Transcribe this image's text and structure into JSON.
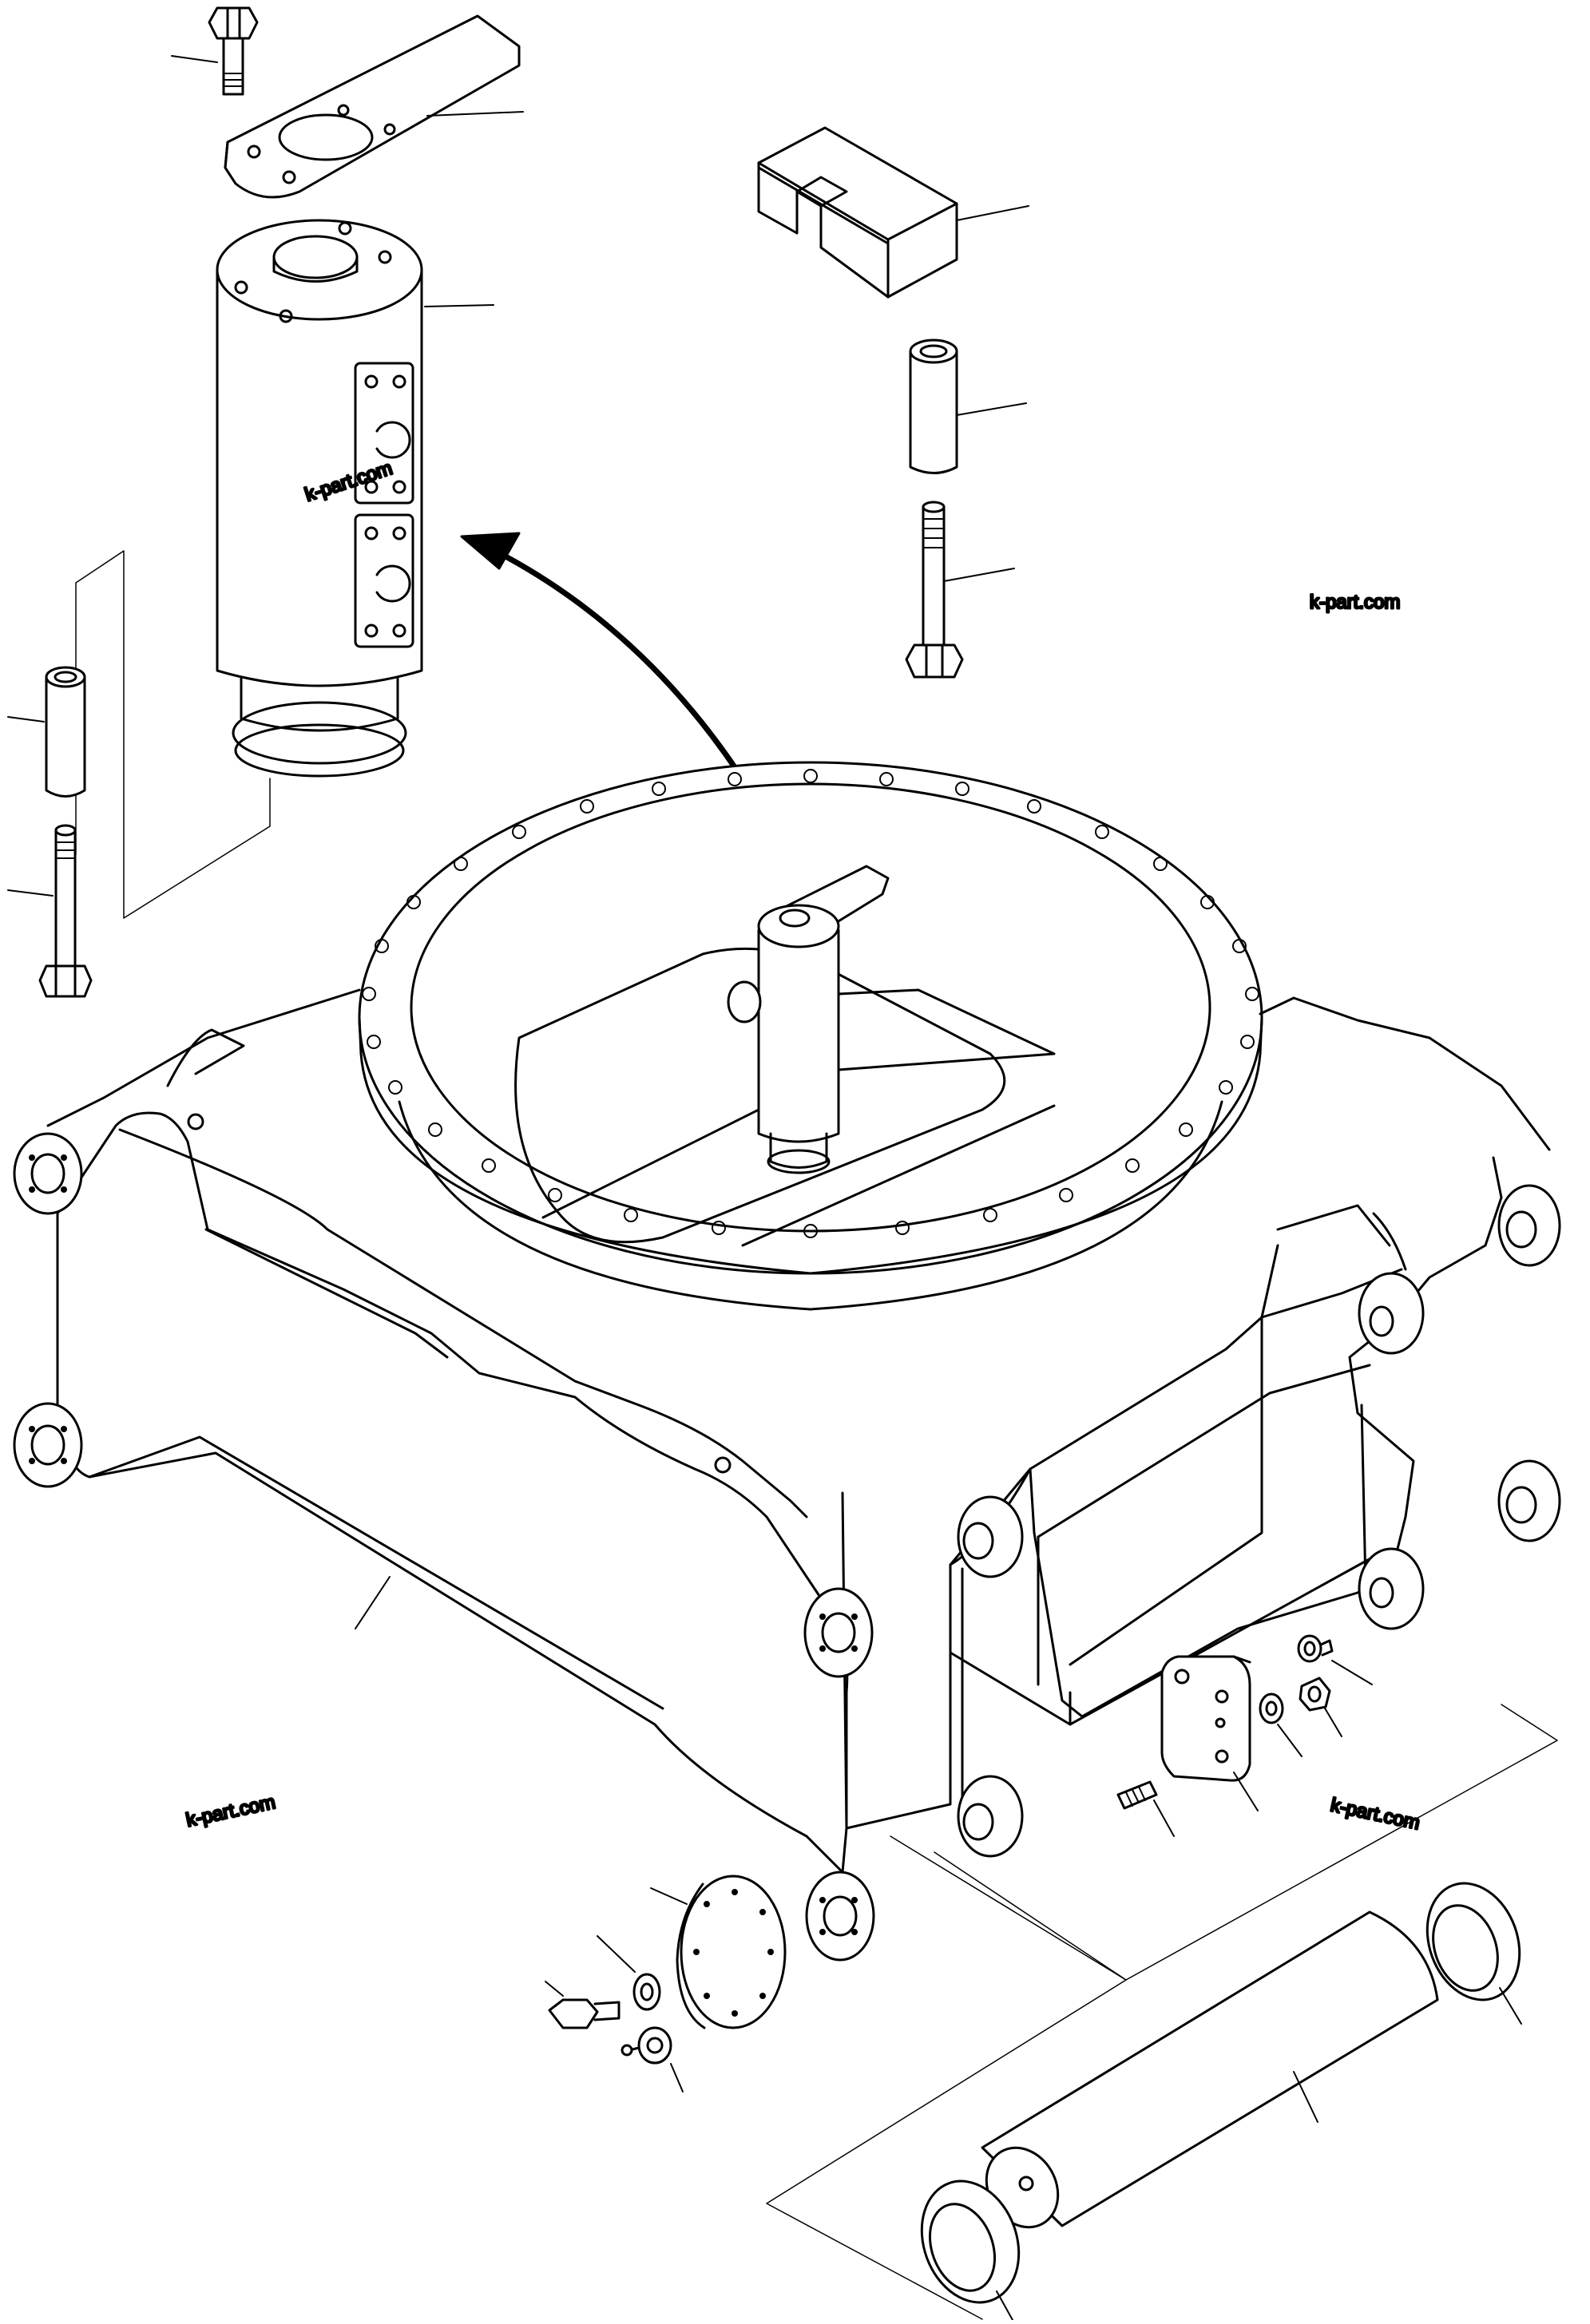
{
  "watermarks": [
    "k-part.com",
    "k-part.com",
    "k-part.com",
    "k-part.com"
  ],
  "colors": {
    "ink": "#000000",
    "paper": "#ffffff",
    "watermark": "#8a8a8a"
  },
  "parts": [
    "bolt",
    "bracket",
    "swivel-joint",
    "block",
    "bushing",
    "bolt",
    "bushing",
    "bolt",
    "frame",
    "cap",
    "washer",
    "bolt",
    "grease-fitting",
    "plate",
    "stud",
    "washer",
    "nut",
    "grease-fitting",
    "pin",
    "bushing",
    "bushing",
    "arrow"
  ]
}
